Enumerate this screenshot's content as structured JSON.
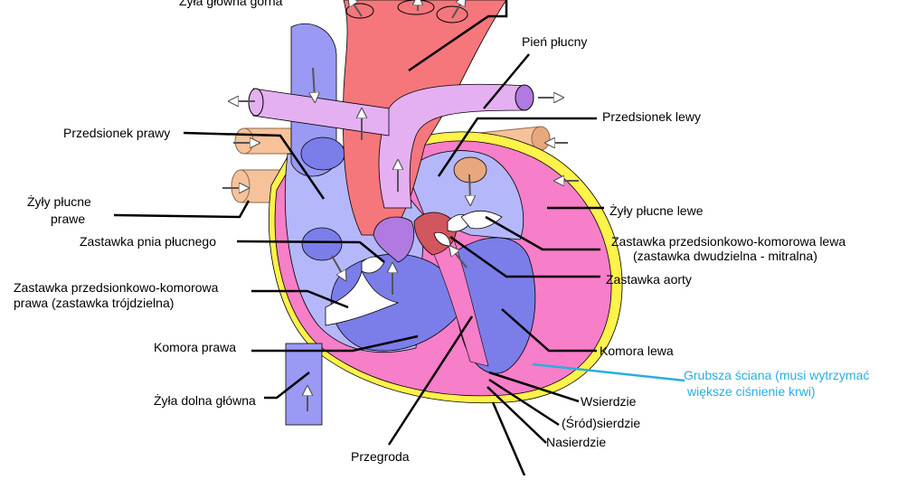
{
  "labels": {
    "superior_vena_cava": "Żyła główna górna",
    "pulmonary_trunk": "Pień płucny",
    "left_atrium": "Przedsionek lewy",
    "right_atrium": "Przedsionek prawy",
    "right_pulmonary_veins_1": "Żyły płucne",
    "right_pulmonary_veins_2": "prawe",
    "left_pulmonary_veins": "Żyły płucne lewe",
    "pulmonary_valve": "Zastawka pnia płucnego",
    "mitral_valve_1": "Zastawka przedsionkowo-komorowa lewa",
    "mitral_valve_2": "(zastawka dwudzielna - mitralna)",
    "aortic_valve": "Zastawka aorty",
    "tricuspid_valve_1": "Zastawka przedsionkowo-komorowa",
    "tricuspid_valve_2": "prawa (zastawka trójdzielna)",
    "right_ventricle": "Komora prawa",
    "left_ventricle": "Komora lewa",
    "thicker_wall_1": "Grubsza ściana (musi wytrzymać",
    "thicker_wall_2": "większe ciśnienie krwi)",
    "inferior_vena_cava": "Żyła dolna główna",
    "endocardium": "Wsierdzie",
    "myocardium": "(Śród)sierdzie",
    "epicardium": "Nasierdzie",
    "septum": "Przegroda"
  },
  "colors": {
    "aorta": "#f5777c",
    "pulmonary_artery": "#e4b0f2",
    "vena_cava": "#9a9af4",
    "right_heart": "#b5b7fb",
    "ventricle": "#7b7ee8",
    "pericardium": "#f77ec8",
    "outer_layer": "#fff24a",
    "pulmonary_vein": "#f6c29a",
    "valve_red": "#d2565d",
    "valve_purple": "#b07ae0",
    "annotation_blue": "#29aee0"
  }
}
